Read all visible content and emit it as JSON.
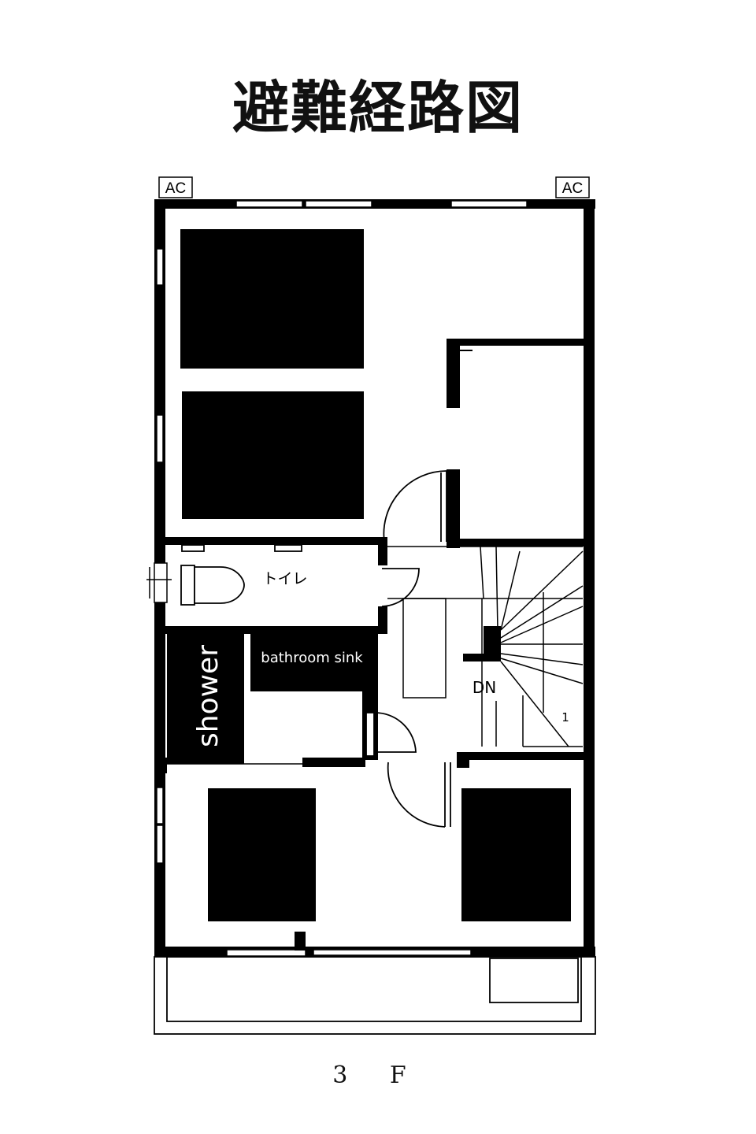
{
  "title": "避難経路図",
  "floor_label": "3 F",
  "ac_units": [
    "AC",
    "AC"
  ],
  "rooms": {
    "toilet": "トイレ",
    "shower": "shower",
    "sink": "bathroom sink"
  },
  "stairs": {
    "direction": "DN",
    "step_number": "1"
  },
  "colors": {
    "wall": "#000000",
    "background": "#ffffff"
  }
}
